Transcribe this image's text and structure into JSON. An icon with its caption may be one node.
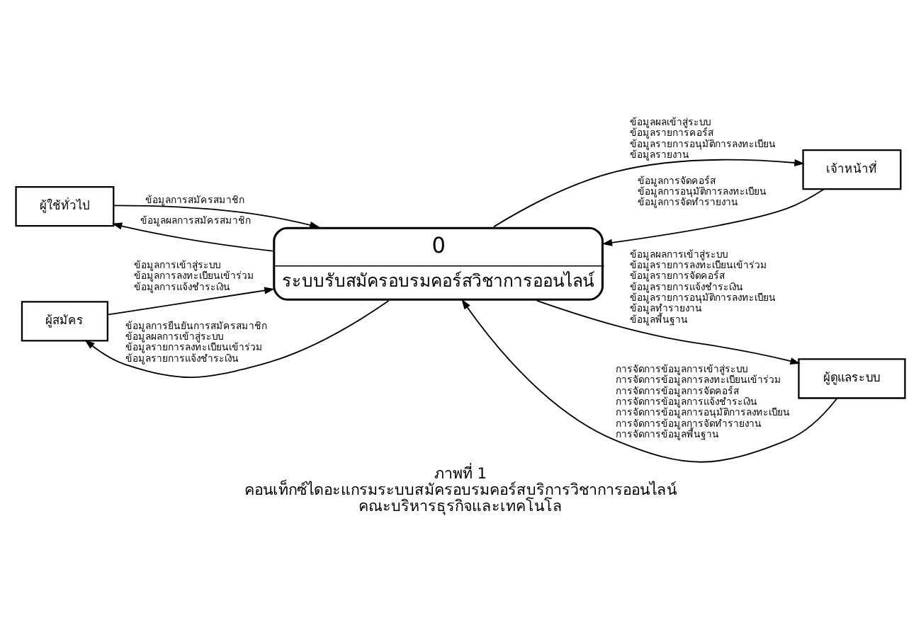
{
  "diagram": {
    "caption": "ภาพที่ 1 คอนเท็กซ์ไดอะแกรมระบบสมัครอบรมคอร์สบริการวิชาการออนไลน์ คณะบริหารธุรกิจและเทคโนโล",
    "nodes": [
      {
        "text": [
          "ผู้ใช้ทั่วไป"
        ]
      },
      {
        "text": [
          "0",
          "ระบบรับสมัครอบรมคอร์สวิชาการออนไลน์"
        ]
      },
      {
        "text": [
          "เจ้าหน้าที่"
        ]
      },
      {
        "text": [
          "ผู้สมัคร"
        ]
      },
      {
        "text": [
          "ผู้ดูแลระบบ"
        ]
      }
    ],
    "edges": [
      {
        "from": 0,
        "to": 1,
        "arrow": "to",
        "label": "ข้อมูลการสมัครสมาชิก"
      },
      {
        "from": 1,
        "to": 0,
        "arrow": "to",
        "label": "ข้อมูลผลการสมัครสมาชิก"
      },
      {
        "from": 2,
        "to": 1,
        "arrow": "to",
        "label": "ข้อมูลการจัดคอร์ส ข้อมูลการอนุมัติการลงทะเบียน ข้อมูลการจัดทำรายงาน"
      },
      {
        "from": 1,
        "to": 2,
        "arrow": "to",
        "label": "ข้อมูลผลเข้าสู่ระบบ ข้อมูลรายการคอร์ส ข้อมูลรายการอนุมัติการลงทะเบียน ข้อมูลรายงาน"
      },
      {
        "from": 3,
        "to": 1,
        "arrow": "to",
        "label": "ข้อมูลการเข้าสู่ระบบ ข้อมูลการลงทะเบียนเข้าร่วม ข้อมูลการแจ้งชำระเงิน"
      },
      {
        "from": 1,
        "to": 3,
        "arrow": "to",
        "label": "ข้อมูลการยืนยันการสมัครสมาชิก ข้อมูลผลการเข้าสู่ระบบ ข้อมูลรายการลงทะเบียนเข้าร่วม ข้อมูลรายการแจ้งชำระเงิน"
      },
      {
        "from": 4,
        "to": 1,
        "arrow": "to",
        "label": "การจัดการข้อมูลการเข้าสู่ระบบ การจัดการข้อมูลการลงทะเบียนเข้าร่วม การจัดการข้อมูลการจัดคอร์ส การจัดการข้อมูลการแจ้งชำระเงิน การจัดการข้อมูลการอนุมัติการลงทะเบียน การจัดการข้อมูลการจัดทำรายงาน การจัดการข้อมูลพื้นฐาน"
      },
      {
        "from": 1,
        "to": 4,
        "arrow": "to",
        "label": "ข้อมูลผลการเข้าสู่ระบบ ข้อมูลรายการลงทะเบียนเข้าร่วม ข้อมูลรายการจัดคอร์ส ข้อมูลรายการแจ้งชำระเงิน ข้อมูลรายการอนุมัติการลงทะเบียน ข้อมูลทำรายงาน ข้อมูลพื้นฐาน"
      }
    ]
  }
}
